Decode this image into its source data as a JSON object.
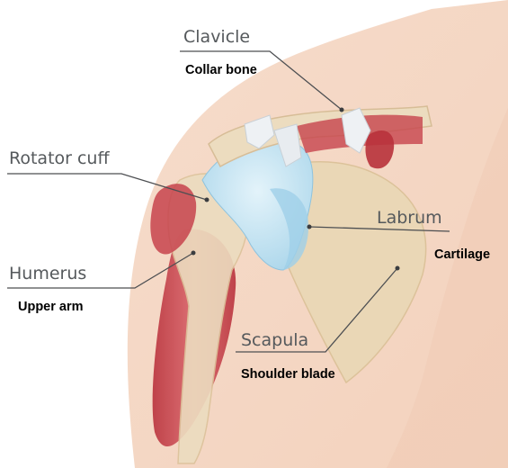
{
  "labels": {
    "clavicle": {
      "term": "Clavicle",
      "sub": "Collar bone"
    },
    "rotator_cuff": {
      "term": "Rotator cuff"
    },
    "labrum": {
      "term": "Labrum",
      "sub": "Cartilage"
    },
    "humerus": {
      "term": "Humerus",
      "sub": "Upper arm"
    },
    "scapula": {
      "term": "Scapula",
      "sub": "Shoulder blade"
    }
  },
  "colors": {
    "skin": "#f2d3bd",
    "bone": "#ecdcbf",
    "muscle": "#c7434c",
    "cartilage": "#bfe0ef",
    "ligament": "#e8ecf0"
  }
}
